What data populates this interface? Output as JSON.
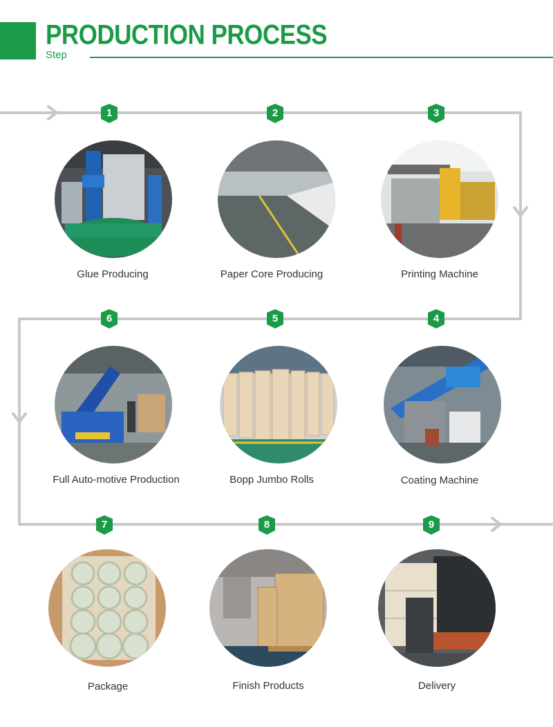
{
  "header": {
    "title": "PRODUCTION PROCESS",
    "subtitle": "Step"
  },
  "colors": {
    "brand": "#1b9a48",
    "arrow": "#c8c8c8"
  },
  "steps": [
    {
      "number": "1",
      "label": "Glue Producing"
    },
    {
      "number": "2",
      "label": "Paper Core Producing"
    },
    {
      "number": "3",
      "label": "Printing Machine"
    },
    {
      "number": "4",
      "label": "Coating Machine"
    },
    {
      "number": "5",
      "label": "Bopp Jumbo Rolls"
    },
    {
      "number": "6",
      "label": "Full Auto-motive Production"
    },
    {
      "number": "7",
      "label": "Package"
    },
    {
      "number": "8",
      "label": "Finish Products"
    },
    {
      "number": "9",
      "label": "Delivery"
    }
  ]
}
